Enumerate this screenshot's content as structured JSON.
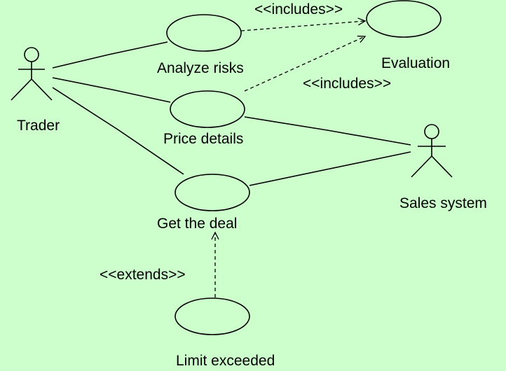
{
  "actors": {
    "trader": "Trader",
    "sales_system": "Sales system"
  },
  "use_cases": {
    "analyze_risks": "Analyze risks",
    "evaluation": "Evaluation",
    "price_details": "Price details",
    "get_the_deal": "Get the deal",
    "limit_exceeded": "Limit exceeded"
  },
  "stereotypes": {
    "includes_top": "<<includes>>",
    "includes_mid": "<<includes>>",
    "extends": "<<extends>>"
  },
  "colors": {
    "background": "#ccffcc",
    "stroke": "#000000"
  }
}
